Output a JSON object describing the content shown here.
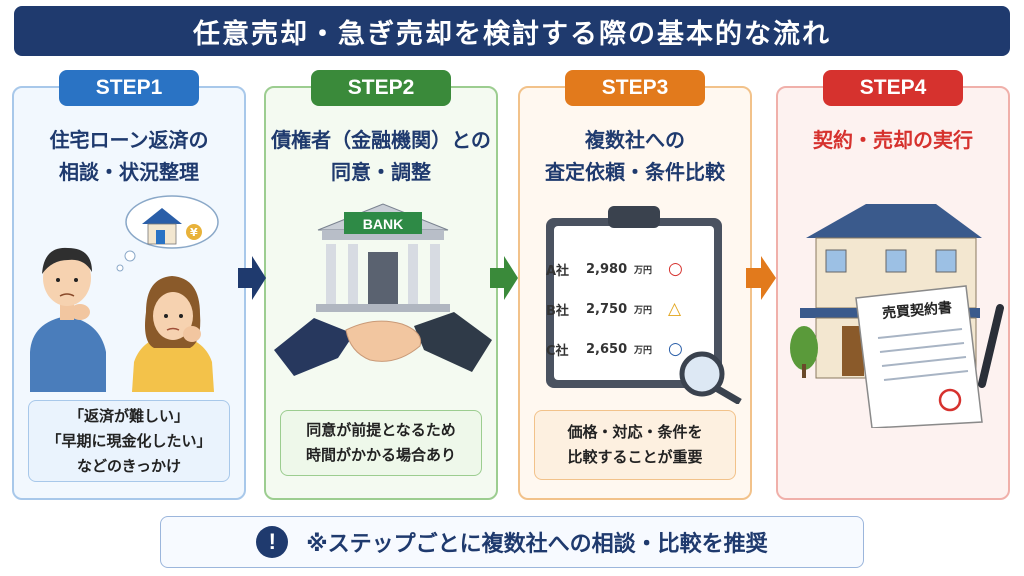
{
  "title": "任意売却・急ぎ売却を検討する際の基本的な流れ",
  "colors": {
    "title_bg": "#1f3a6e",
    "step1": "#2a73c4",
    "step2": "#3a8a3a",
    "step3": "#e27a1c",
    "step4": "#d6322e"
  },
  "steps": [
    {
      "label": "STEP1",
      "title_lines": [
        "住宅ローン返済の",
        "相談・状況整理"
      ],
      "note_lines": [
        "「返済が難しい」",
        "「早期に現金化したい」",
        "などのきっかけ"
      ]
    },
    {
      "label": "STEP2",
      "title_lines": [
        "債権者（金融機関）との",
        "同意・調整"
      ],
      "sign": "BANK",
      "note_lines": [
        "同意が前提となるため",
        "時間がかかる場合あり"
      ]
    },
    {
      "label": "STEP3",
      "title_lines": [
        "複数社への",
        "査定依頼・条件比較"
      ],
      "quotes": [
        {
          "company": "A社",
          "amount": "2,980",
          "unit": "万円",
          "mark": "○"
        },
        {
          "company": "B社",
          "amount": "2,750",
          "unit": "万円",
          "mark": "△"
        },
        {
          "company": "C社",
          "amount": "2,650",
          "unit": "万円",
          "mark": "○"
        }
      ],
      "note_lines": [
        "価格・対応・条件を",
        "比較することが重要"
      ]
    },
    {
      "label": "STEP4",
      "title_lines": [
        "契約・売却の実行"
      ],
      "contract_title": "売買契約書"
    }
  ],
  "yen_symbol": "¥",
  "bottom_icon": "!",
  "bottom_text": "※ステップごとに複数社への相談・比較を推奨"
}
